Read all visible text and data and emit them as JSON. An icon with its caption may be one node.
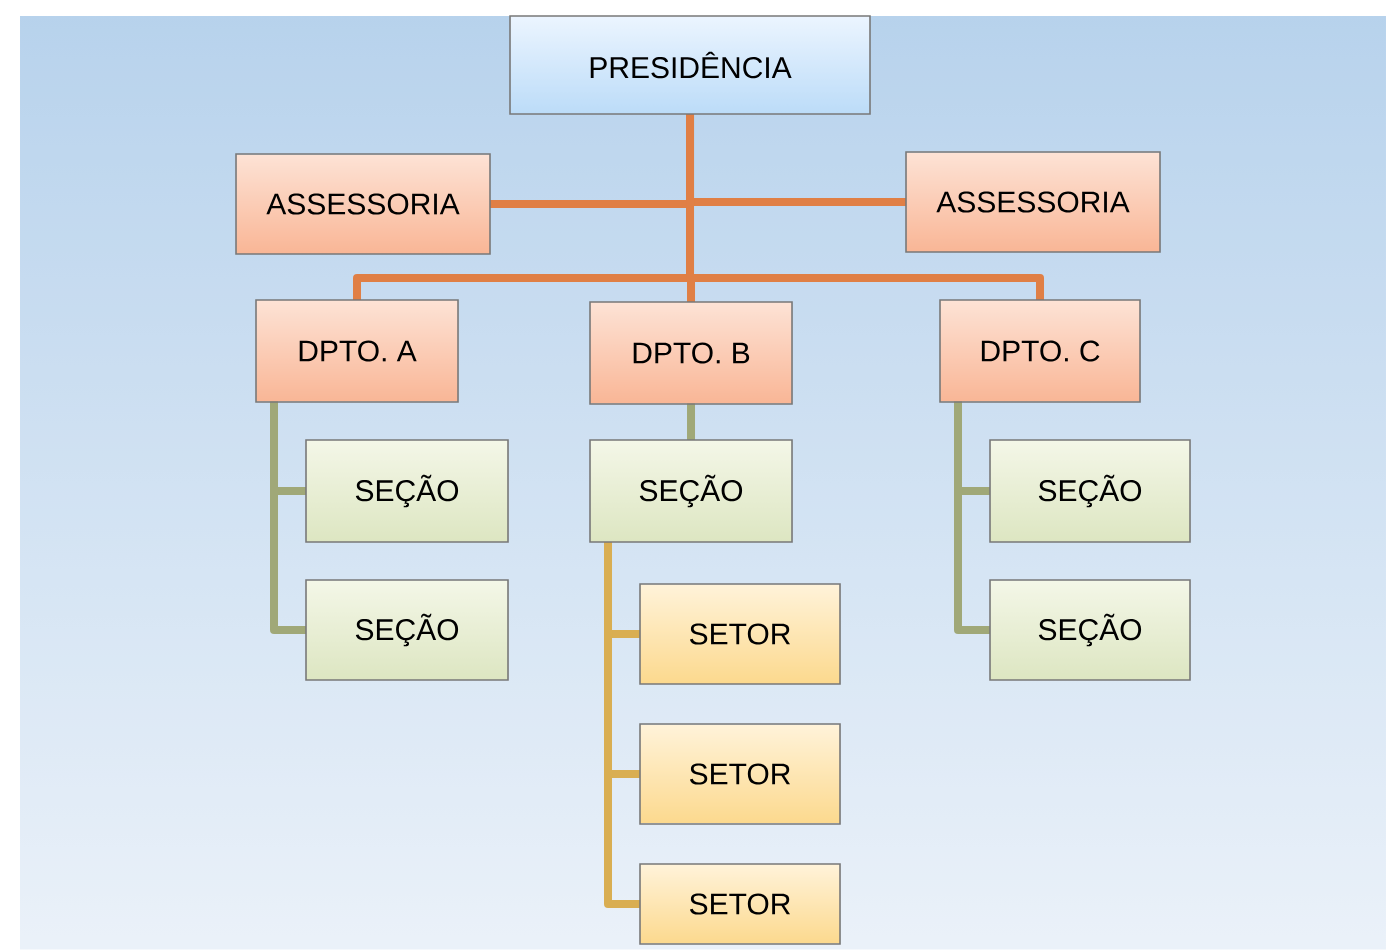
{
  "diagram": {
    "nodes": [
      {
        "text": [
          "PRESIDÊNCIA"
        ]
      },
      {
        "text": [
          "ASSESSORIA"
        ]
      },
      {
        "text": [
          "ASSESSORIA"
        ]
      },
      {
        "text": [
          "DPTO. A"
        ]
      },
      {
        "text": [
          "DPTO. B"
        ]
      },
      {
        "text": [
          "DPTO. C"
        ]
      },
      {
        "text": [
          "SEÇÃO"
        ]
      },
      {
        "text": [
          "SEÇÃO"
        ]
      },
      {
        "text": [
          "SEÇÃO"
        ]
      },
      {
        "text": [
          "SETOR"
        ]
      },
      {
        "text": [
          "SETOR"
        ]
      },
      {
        "text": [
          "SETOR"
        ]
      },
      {
        "text": [
          "SEÇÃO"
        ]
      },
      {
        "text": [
          "SEÇÃO"
        ]
      }
    ],
    "edges": [
      {
        "from": 0,
        "to": 1,
        "arrow": "none",
        "color": "#e07f45"
      },
      {
        "from": 0,
        "to": 2,
        "arrow": "none",
        "color": "#e07f45"
      },
      {
        "from": 0,
        "to": 3,
        "arrow": "none",
        "color": "#e07f45"
      },
      {
        "from": 0,
        "to": 4,
        "arrow": "none",
        "color": "#e07f45"
      },
      {
        "from": 0,
        "to": 5,
        "arrow": "none",
        "color": "#e07f45"
      },
      {
        "from": 3,
        "to": 6,
        "arrow": "none",
        "color": "#a0a878"
      },
      {
        "from": 3,
        "to": 7,
        "arrow": "none",
        "color": "#a0a878"
      },
      {
        "from": 4,
        "to": 8,
        "arrow": "none",
        "color": "#a0a878"
      },
      {
        "from": 8,
        "to": 9,
        "arrow": "none",
        "color": "#d9ae52"
      },
      {
        "from": 8,
        "to": 10,
        "arrow": "none",
        "color": "#d9ae52"
      },
      {
        "from": 8,
        "to": 11,
        "arrow": "none",
        "color": "#d9ae52"
      },
      {
        "from": 5,
        "to": 12,
        "arrow": "none",
        "color": "#a0a878"
      },
      {
        "from": 5,
        "to": 13,
        "arrow": "none",
        "color": "#a0a878"
      }
    ]
  }
}
